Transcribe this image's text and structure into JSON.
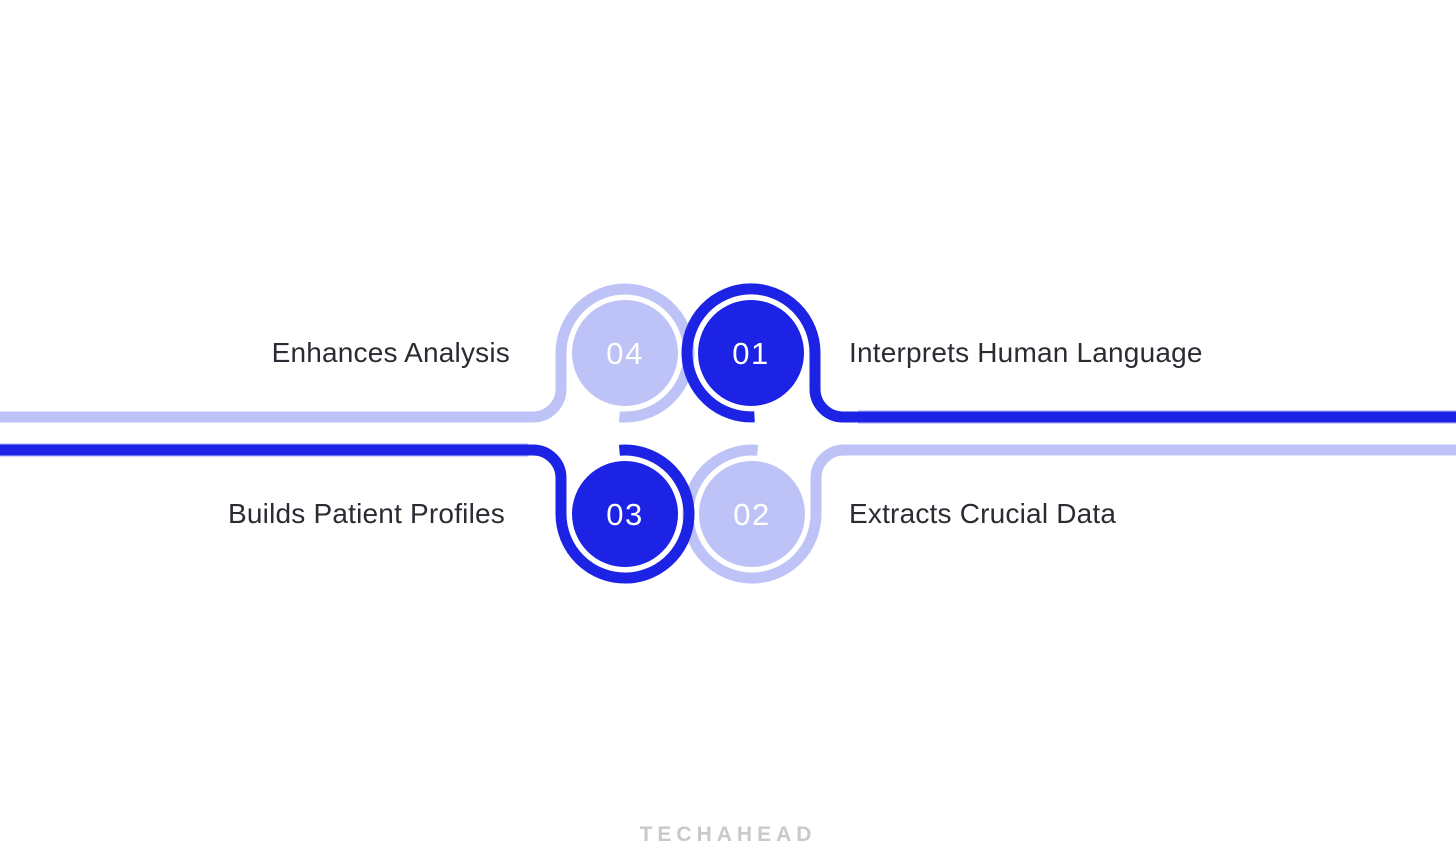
{
  "colors": {
    "primary": "#1c23e4",
    "light": "#bdc3f6",
    "ink": "#2b2b33",
    "watermark": "#c9c9c9",
    "background": "#ffffff"
  },
  "diagram": {
    "items": [
      {
        "number": "01",
        "label": "Interprets Human Language",
        "variant": "primary",
        "row": "top",
        "side": "right"
      },
      {
        "number": "02",
        "label": "Extracts Crucial Data",
        "variant": "light",
        "row": "bottom",
        "side": "right"
      },
      {
        "number": "03",
        "label": "Builds Patient Profiles",
        "variant": "primary",
        "row": "bottom",
        "side": "left"
      },
      {
        "number": "04",
        "label": "Enhances Analysis",
        "variant": "light",
        "row": "top",
        "side": "left"
      }
    ]
  },
  "watermark": {
    "text": "TECHAHEAD"
  }
}
